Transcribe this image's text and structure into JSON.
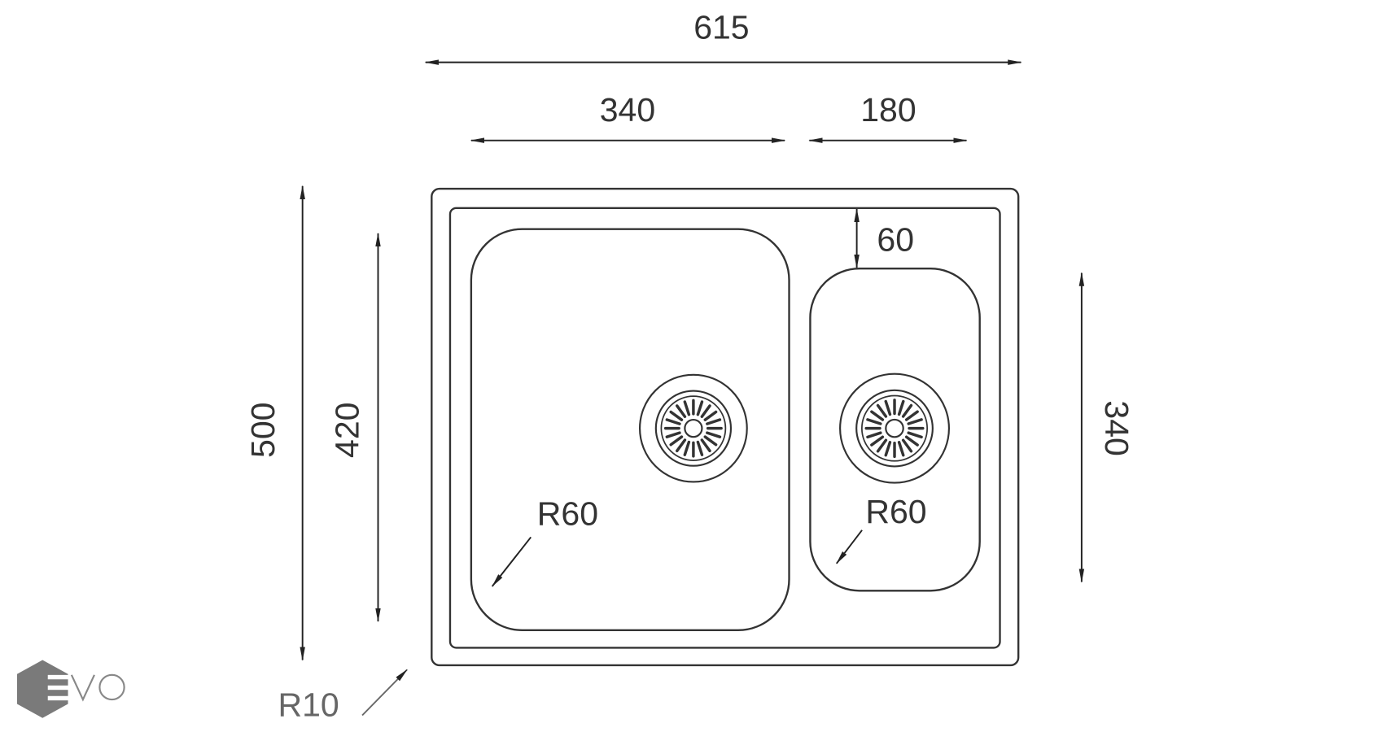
{
  "dimensions": {
    "overall_width": "615",
    "left_bowl_width": "340",
    "right_bowl_width": "180",
    "overall_depth": "500",
    "left_bowl_depth": "420",
    "right_bowl_depth": "340",
    "right_bowl_offset": "60",
    "left_bowl_radius": "R60",
    "right_bowl_radius": "R60",
    "corner_radius": "R10"
  },
  "logo": {
    "text": "EVO"
  },
  "colors": {
    "line": "#333333",
    "logo": "#7a7a7a"
  }
}
